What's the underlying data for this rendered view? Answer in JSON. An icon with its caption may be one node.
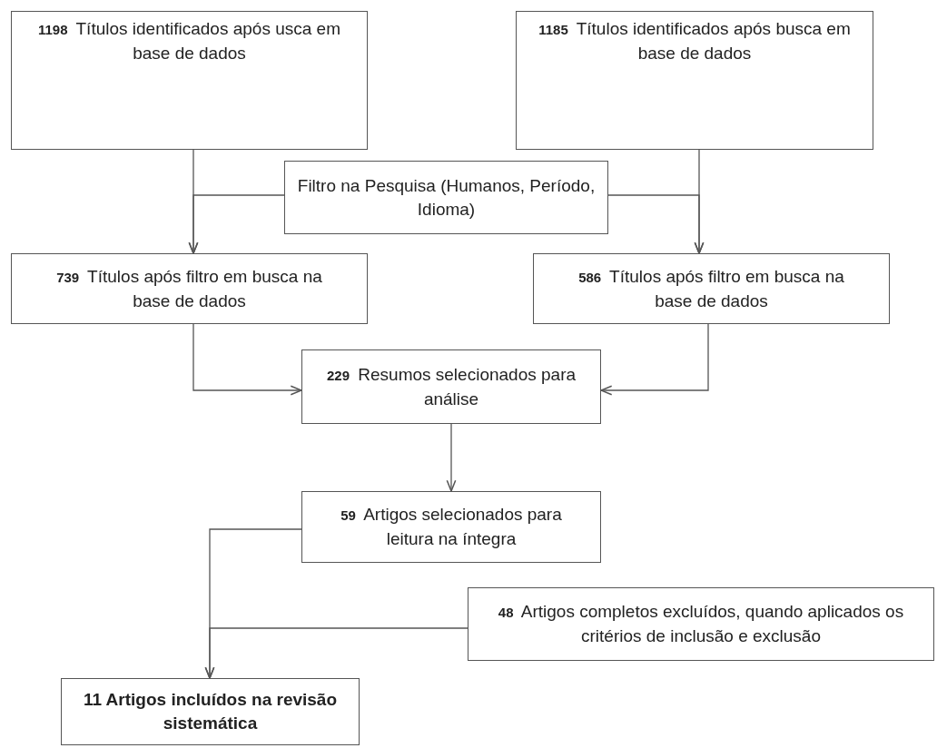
{
  "diagram": {
    "nodes": [
      {
        "text": [
          "**1198** Títulos identificados após usca em base de dados"
        ]
      },
      {
        "text": [
          "**1185** Títulos identificados após busca em base de dados"
        ]
      },
      {
        "text": [
          "Filtro na Pesquisa (Humanos, Período, Idioma)"
        ]
      },
      {
        "text": [
          "**739** Títulos após filtro em busca na base de dados"
        ]
      },
      {
        "text": [
          "**586** Títulos após filtro em busca na base de dados"
        ]
      },
      {
        "text": [
          "**229** Resumos selecionados para análise"
        ]
      },
      {
        "text": [
          "**59** Artigos selecionados para leitura na íntegra"
        ]
      },
      {
        "text": [
          "**48** Artigos completos excluídos, quando aplicados os critérios de inclusão e exclusão"
        ]
      },
      {
        "text": [
          "11 Artigos incluídos na revisão sistemática"
        ]
      }
    ],
    "edges": [
      {
        "from": 0,
        "to": 3,
        "arrow": "to"
      },
      {
        "from": 2,
        "to": 3,
        "arrow": "to"
      },
      {
        "from": 1,
        "to": 4,
        "arrow": "to"
      },
      {
        "from": 2,
        "to": 4,
        "arrow": "to"
      },
      {
        "from": 3,
        "to": 5,
        "arrow": "to"
      },
      {
        "from": 4,
        "to": 5,
        "arrow": "to"
      },
      {
        "from": 5,
        "to": 6,
        "arrow": "to"
      },
      {
        "from": 6,
        "to": 8,
        "arrow": "to"
      },
      {
        "from": 7,
        "to": 8,
        "arrow": "to"
      }
    ]
  }
}
